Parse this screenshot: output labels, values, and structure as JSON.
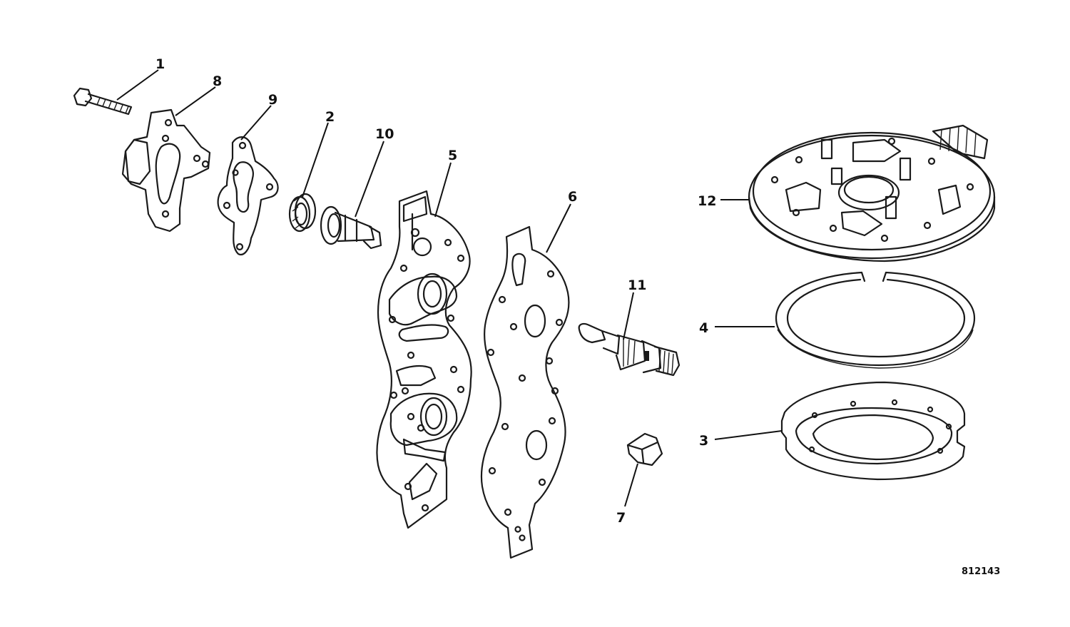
{
  "figure_number": "812143",
  "callouts": {
    "c1": "1",
    "c2": "2",
    "c3": "3",
    "c4": "4",
    "c5": "5",
    "c6": "6",
    "c7": "7",
    "c8": "8",
    "c9": "9",
    "c10": "10",
    "c11": "11",
    "c12": "12"
  }
}
